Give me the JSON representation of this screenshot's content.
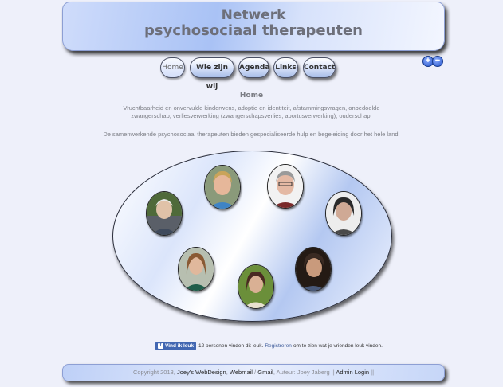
{
  "header": {
    "title_line1": "Netwerk",
    "title_line2": "psychosociaal therapeuten"
  },
  "nav": [
    {
      "label": "Home"
    },
    {
      "label": "Wie zijn wij"
    },
    {
      "label": "Agenda"
    },
    {
      "label": "Links"
    },
    {
      "label": "Contact"
    }
  ],
  "zoom": {
    "in": "+",
    "out": "−"
  },
  "main": {
    "heading": "Home",
    "intro": "Vruchtbaarheid en onvervulde kinderwens, adoptie en identiteit, afstammingsvragen, onbedoelde zwangerschap, verliesverwerking (zwangerschapsverlies, abortusverwerking), ouderschap.",
    "intro2": "De samenwerkende psychosociaal therapeuten bieden gespecialiseerde hulp en begeleiding door het hele land."
  },
  "facebook": {
    "button": "Vind ik leuk",
    "count_text": "12 personen vinden dit leuk.",
    "register": "Registreren",
    "suffix": "om te zien wat je vrienden leuk vinden."
  },
  "footer": {
    "copyright": "Copyright 2013,",
    "link1": "Joey's WebDesign",
    "sep1": ",",
    "link2": "Webmail",
    "slash": " / ",
    "link3": "Gmail",
    "author": ", Auteur: Joey Jaberg ||",
    "link4": "Admin Login",
    "end": "||"
  },
  "colors": {
    "accent": "#a9c2f5",
    "background": "#eef0fa",
    "facebook": "#4267b2"
  },
  "icons": [
    "zoom-in-icon",
    "zoom-out-icon",
    "facebook-f-icon"
  ]
}
